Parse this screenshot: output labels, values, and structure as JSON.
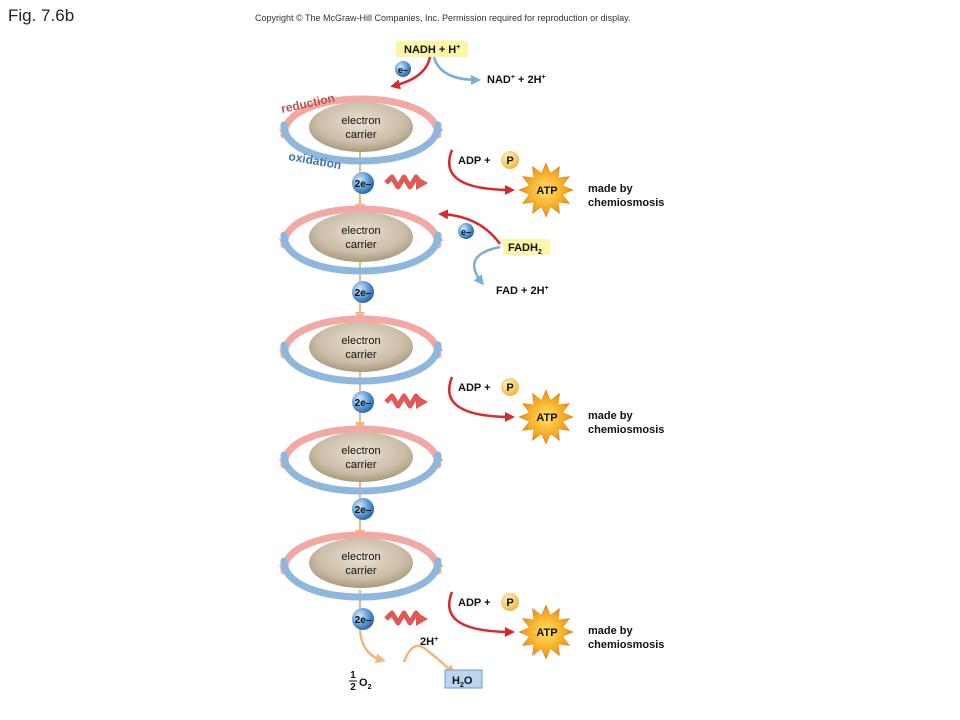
{
  "figure": {
    "label": "Fig. 7.6b",
    "copyright": "Copyright © The McGraw-Hill Companies, Inc. Permission required for reproduction or display."
  },
  "labels": {
    "reduction": "reduction",
    "oxidation": "oxidation"
  },
  "carriers": [
    {
      "line1": "electron",
      "line2": "carrier"
    },
    {
      "line1": "electron",
      "line2": "carrier"
    },
    {
      "line1": "electron",
      "line2": "carrier"
    },
    {
      "line1": "electron",
      "line2": "carrier"
    },
    {
      "line1": "electron",
      "line2": "carrier"
    }
  ],
  "electron_pairs": [
    "2e–",
    "2e–",
    "2e–",
    "2e–",
    "2e–"
  ],
  "nadh": {
    "donor": "NADH + H",
    "donor_sup": "+",
    "electron": "e–",
    "product_a": "NAD",
    "product_a_sup": "+",
    "product_b": " + 2H",
    "product_b_sup": "+"
  },
  "fadh": {
    "donor": "FADH",
    "donor_sub": "2",
    "electron": "e–",
    "product": "FAD + 2H",
    "product_sup": "+"
  },
  "atp_steps": [
    {
      "adp": "ADP +",
      "phosphate": "P",
      "atp": "ATP",
      "note_line1": "made by",
      "note_line2": "chemiosmosis"
    },
    {
      "adp": "ADP +",
      "phosphate": "P",
      "atp": "ATP",
      "note_line1": "made by",
      "note_line2": "chemiosmosis"
    },
    {
      "adp": "ADP +",
      "phosphate": "P",
      "atp": "ATP",
      "note_line1": "made by",
      "note_line2": "chemiosmosis"
    }
  ],
  "final": {
    "oxygen_num": "1",
    "oxygen_den": "2",
    "oxygen": "O",
    "oxygen_sub": "2",
    "protons": "2H",
    "protons_sup": "+",
    "water": "H",
    "water_sub": "2",
    "water_o": "O"
  },
  "colors": {
    "reduction_arrow": "#f2a8a4",
    "oxidation_arrow": "#8db7dc",
    "electron_ball": "#5d9bd6",
    "redox_arrow": "#d8292e",
    "blue_arrow": "#7aaed6",
    "carrier_fill": "#cfc2ae",
    "highlight_box": "#fdf6a6",
    "atp_burst": "#f6a21c",
    "phosphate": "#f8cf6a",
    "flow_arrow": "#f0b77f",
    "water_box": "#b9d6ee"
  }
}
